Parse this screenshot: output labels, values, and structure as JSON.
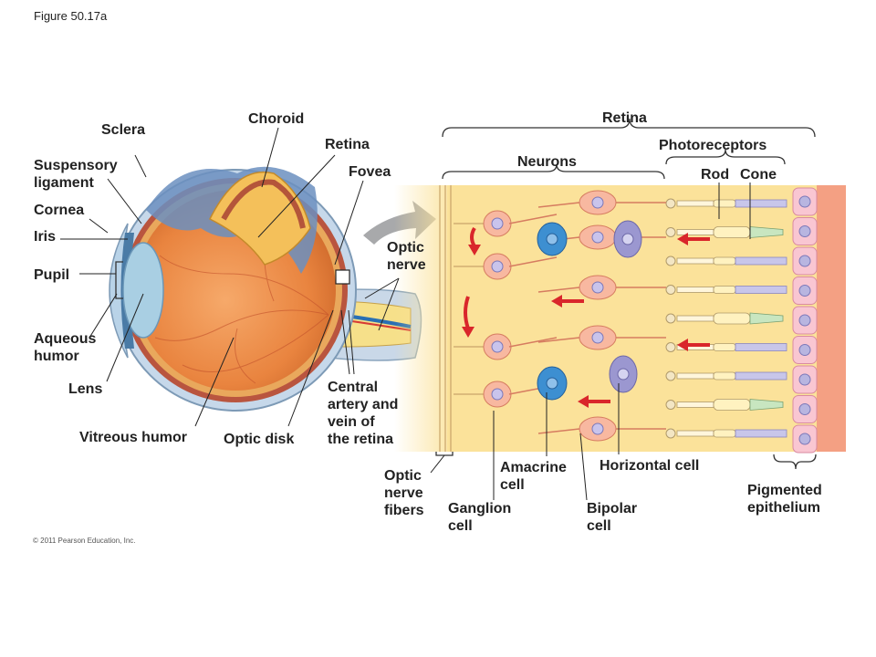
{
  "figure_number": "Figure 50.17a",
  "copyright": "© 2011 Pearson Education, Inc.",
  "labels": {
    "sclera": "Sclera",
    "choroid": "Choroid",
    "retina_eye": "Retina",
    "fovea": "Fovea",
    "suspensory_ligament_1": "Suspensory",
    "suspensory_ligament_2": "ligament",
    "cornea": "Cornea",
    "iris": "Iris",
    "pupil": "Pupil",
    "aqueous_humor_1": "Aqueous",
    "aqueous_humor_2": "humor",
    "lens": "Lens",
    "vitreous_humor": "Vitreous humor",
    "optic_disk": "Optic disk",
    "optic_nerve_1": "Optic",
    "optic_nerve_2": "nerve",
    "central_artery_1": "Central",
    "central_artery_2": "artery and",
    "central_artery_3": "vein of",
    "central_artery_4": "the retina",
    "retina_detail": "Retina",
    "neurons": "Neurons",
    "photoreceptors": "Photoreceptors",
    "rod": "Rod",
    "cone": "Cone",
    "optic_nerve_fibers_1": "Optic",
    "optic_nerve_fibers_2": "nerve",
    "optic_nerve_fibers_3": "fibers",
    "ganglion_cell_1": "Ganglion",
    "ganglion_cell_2": "cell",
    "amacrine_cell_1": "Amacrine",
    "amacrine_cell_2": "cell",
    "bipolar_cell_1": "Bipolar",
    "bipolar_cell_2": "cell",
    "horizontal_cell": "Horizontal cell",
    "pigmented_epithelium_1": "Pigmented",
    "pigmented_epithelium_2": "epithelium"
  },
  "colors": {
    "retina_background": "#fbe29a",
    "pigmented_epithelium": "#f4a083",
    "ganglion_bipolar_cells": "#f8b8a0",
    "amacrine_cell": "#3d8fd1",
    "horizontal_cell": "#9b97d0",
    "signal_arrow": "#d9262b"
  }
}
